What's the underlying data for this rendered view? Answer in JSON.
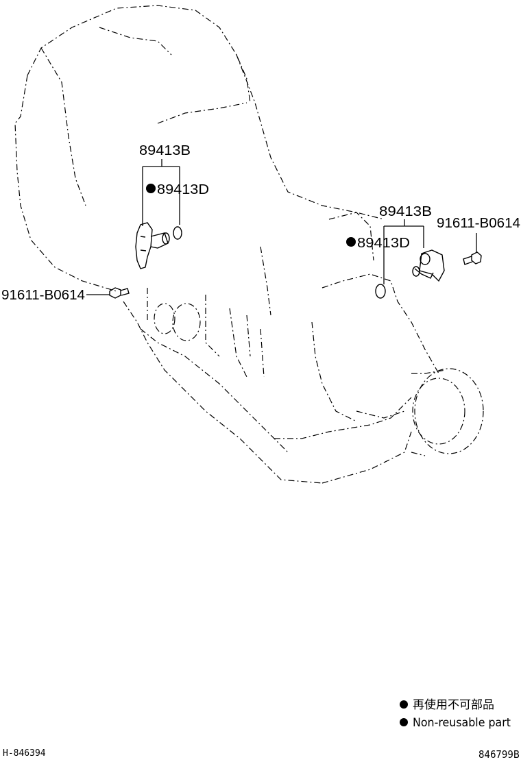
{
  "callouts": {
    "left_sensor": "89413B",
    "left_oring": "89413D",
    "left_bolt": "91611-B0614",
    "right_sensor": "89413B",
    "right_oring": "89413D",
    "right_bolt": "91611-B0614"
  },
  "legend": {
    "japanese": "再使用不可部品",
    "english": "Non-reusable part"
  },
  "footer": {
    "left_code": "H-846394",
    "right_code": "846799B"
  }
}
